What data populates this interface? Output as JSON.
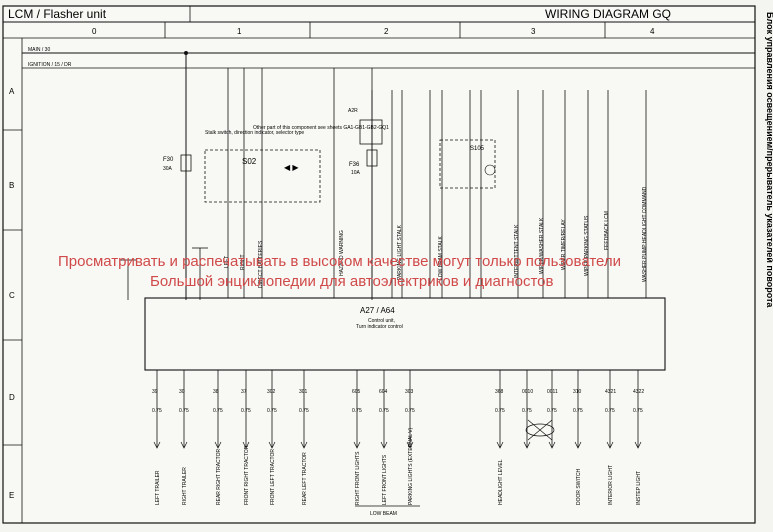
{
  "header": {
    "left_title": "LCM / Flasher unit",
    "right_title": "WIRING DIAGRAM GQ",
    "side_title": "Блок управления освещением/прерыватель указателей поворота"
  },
  "grid": {
    "columns": [
      "0",
      "1",
      "2",
      "3",
      "4"
    ],
    "rows": [
      "A",
      "B",
      "C",
      "D",
      "E"
    ]
  },
  "supply": {
    "main": "MAIN / 30",
    "ignition": "IGNITION / 15 / DR"
  },
  "fuses": {
    "f30": "F30",
    "f30_rating": "30A",
    "f36": "F36",
    "f36_rating": "10A"
  },
  "control_unit": {
    "title": "A27 / A64",
    "subtitle1": "Control unit,",
    "subtitle2": "Turn indicator control"
  },
  "top_components": {
    "s105": "S105",
    "s02": "S02",
    "stalk_note": "Stalk switch, direction indicator, selector type",
    "other_part_note": "Other part of this component see sheets GA1-GB1-GB2-GQ1",
    "a2r": "A2R"
  },
  "wire_labels": [
    "HAZARD WARNING",
    "PARKING LIGHT STALK",
    "LOW BEAM STALK",
    "INTERMITTENT STALK",
    "WIPER/WASHER STALK",
    "WIPER TIMER/RELAY",
    "WIPER PARKING STATUS",
    "FEEDBACK LCM",
    "WASHER PUMP HEADLIGHT COMMAND",
    "LEFT",
    "RIGHT",
    "DIRECT BATTERIES"
  ],
  "bottom_outputs": [
    {
      "wire": "39",
      "label": "LEFT TRAILER"
    },
    {
      "wire": "30",
      "label": "RIGHT TRAILER"
    },
    {
      "wire": "38",
      "label": "REAR RIGHT TRACTOR"
    },
    {
      "wire": "37",
      "label": "FRONT RIGHT TRACTOR"
    },
    {
      "wire": "302",
      "label": "FRONT LEFT TRACTOR"
    },
    {
      "wire": "301",
      "label": "REAR LEFT TRACTOR"
    },
    {
      "wire": "605",
      "label": "RIGHT FRONT LIGHTS"
    },
    {
      "wire": "604",
      "label": "LEFT FRONT LIGHTS"
    },
    {
      "wire": "303",
      "label": "PARKING LIGHTS (EXTERNAL V)"
    },
    {
      "wire": "368",
      "label": "HEADLIGHT LEVEL"
    },
    {
      "wire": "0010",
      "label": ""
    },
    {
      "wire": "0011",
      "label": ""
    },
    {
      "wire": "310",
      "label": "DOOR SWITCH"
    },
    {
      "wire": "4321",
      "label": "INTERIOR LIGHT"
    },
    {
      "wire": "4322",
      "label": "INSTEP LIGHT"
    }
  ],
  "low_beam": "LOW BEAM",
  "watermark": {
    "line1": "Просматривать и распечатывать в высоком качестве могут только пользователи",
    "line2": "Большой энциклопедии для автоэлектриков и диагностов"
  }
}
